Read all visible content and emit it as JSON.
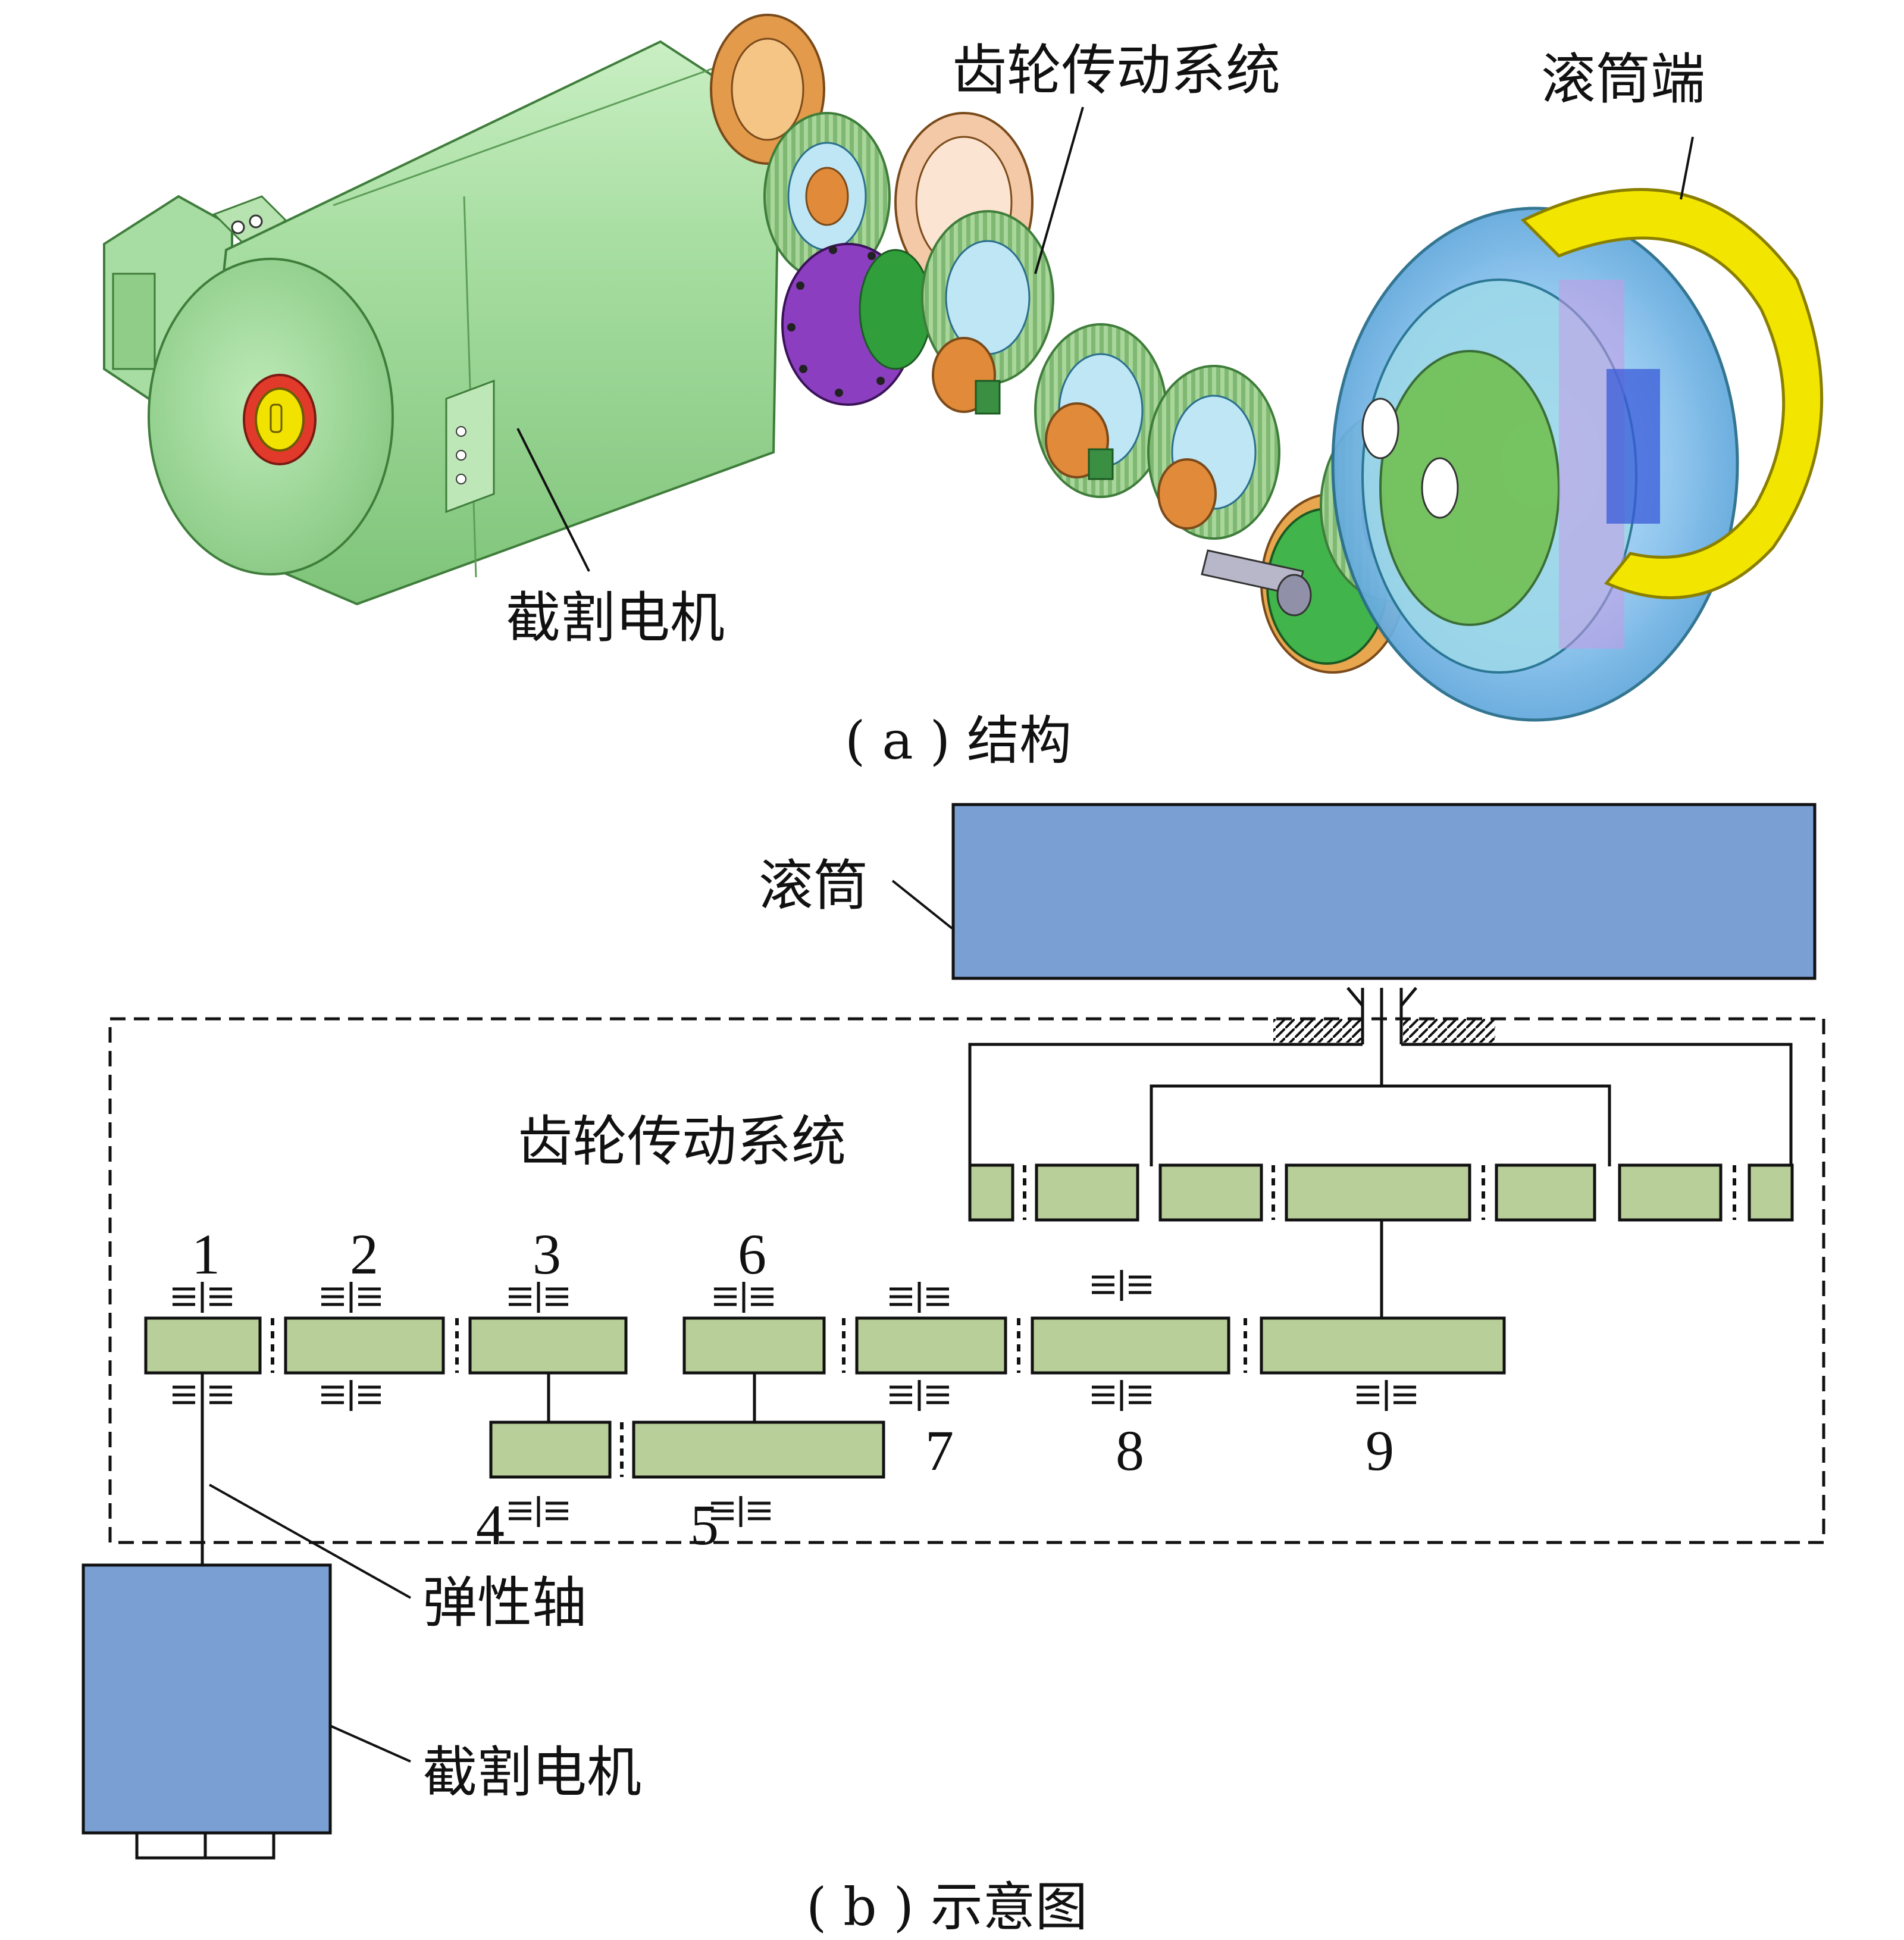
{
  "panel_a": {
    "caption": "( a ) 结构",
    "labels": {
      "gear_system": "齿轮传动系统",
      "drum_end": "滚筒端",
      "cutting_motor": "截割电机"
    }
  },
  "panel_b": {
    "caption": "( b ) 示意图",
    "labels": {
      "drum": "滚筒",
      "gear_system": "齿轮传动系统",
      "elastic_shaft": "弹性轴",
      "cutting_motor": "截割电机"
    },
    "gear_numbers": [
      "1",
      "2",
      "3",
      "4",
      "5",
      "6",
      "7",
      "8",
      "9"
    ]
  },
  "colors": {
    "motor_body": "#9fd59b",
    "gear_green": "#b9cf9a",
    "drum_block": "#7aa0d3",
    "drum_ring": "#f2e600",
    "copper": "#e08a3a",
    "purple": "#8b3fc0"
  }
}
